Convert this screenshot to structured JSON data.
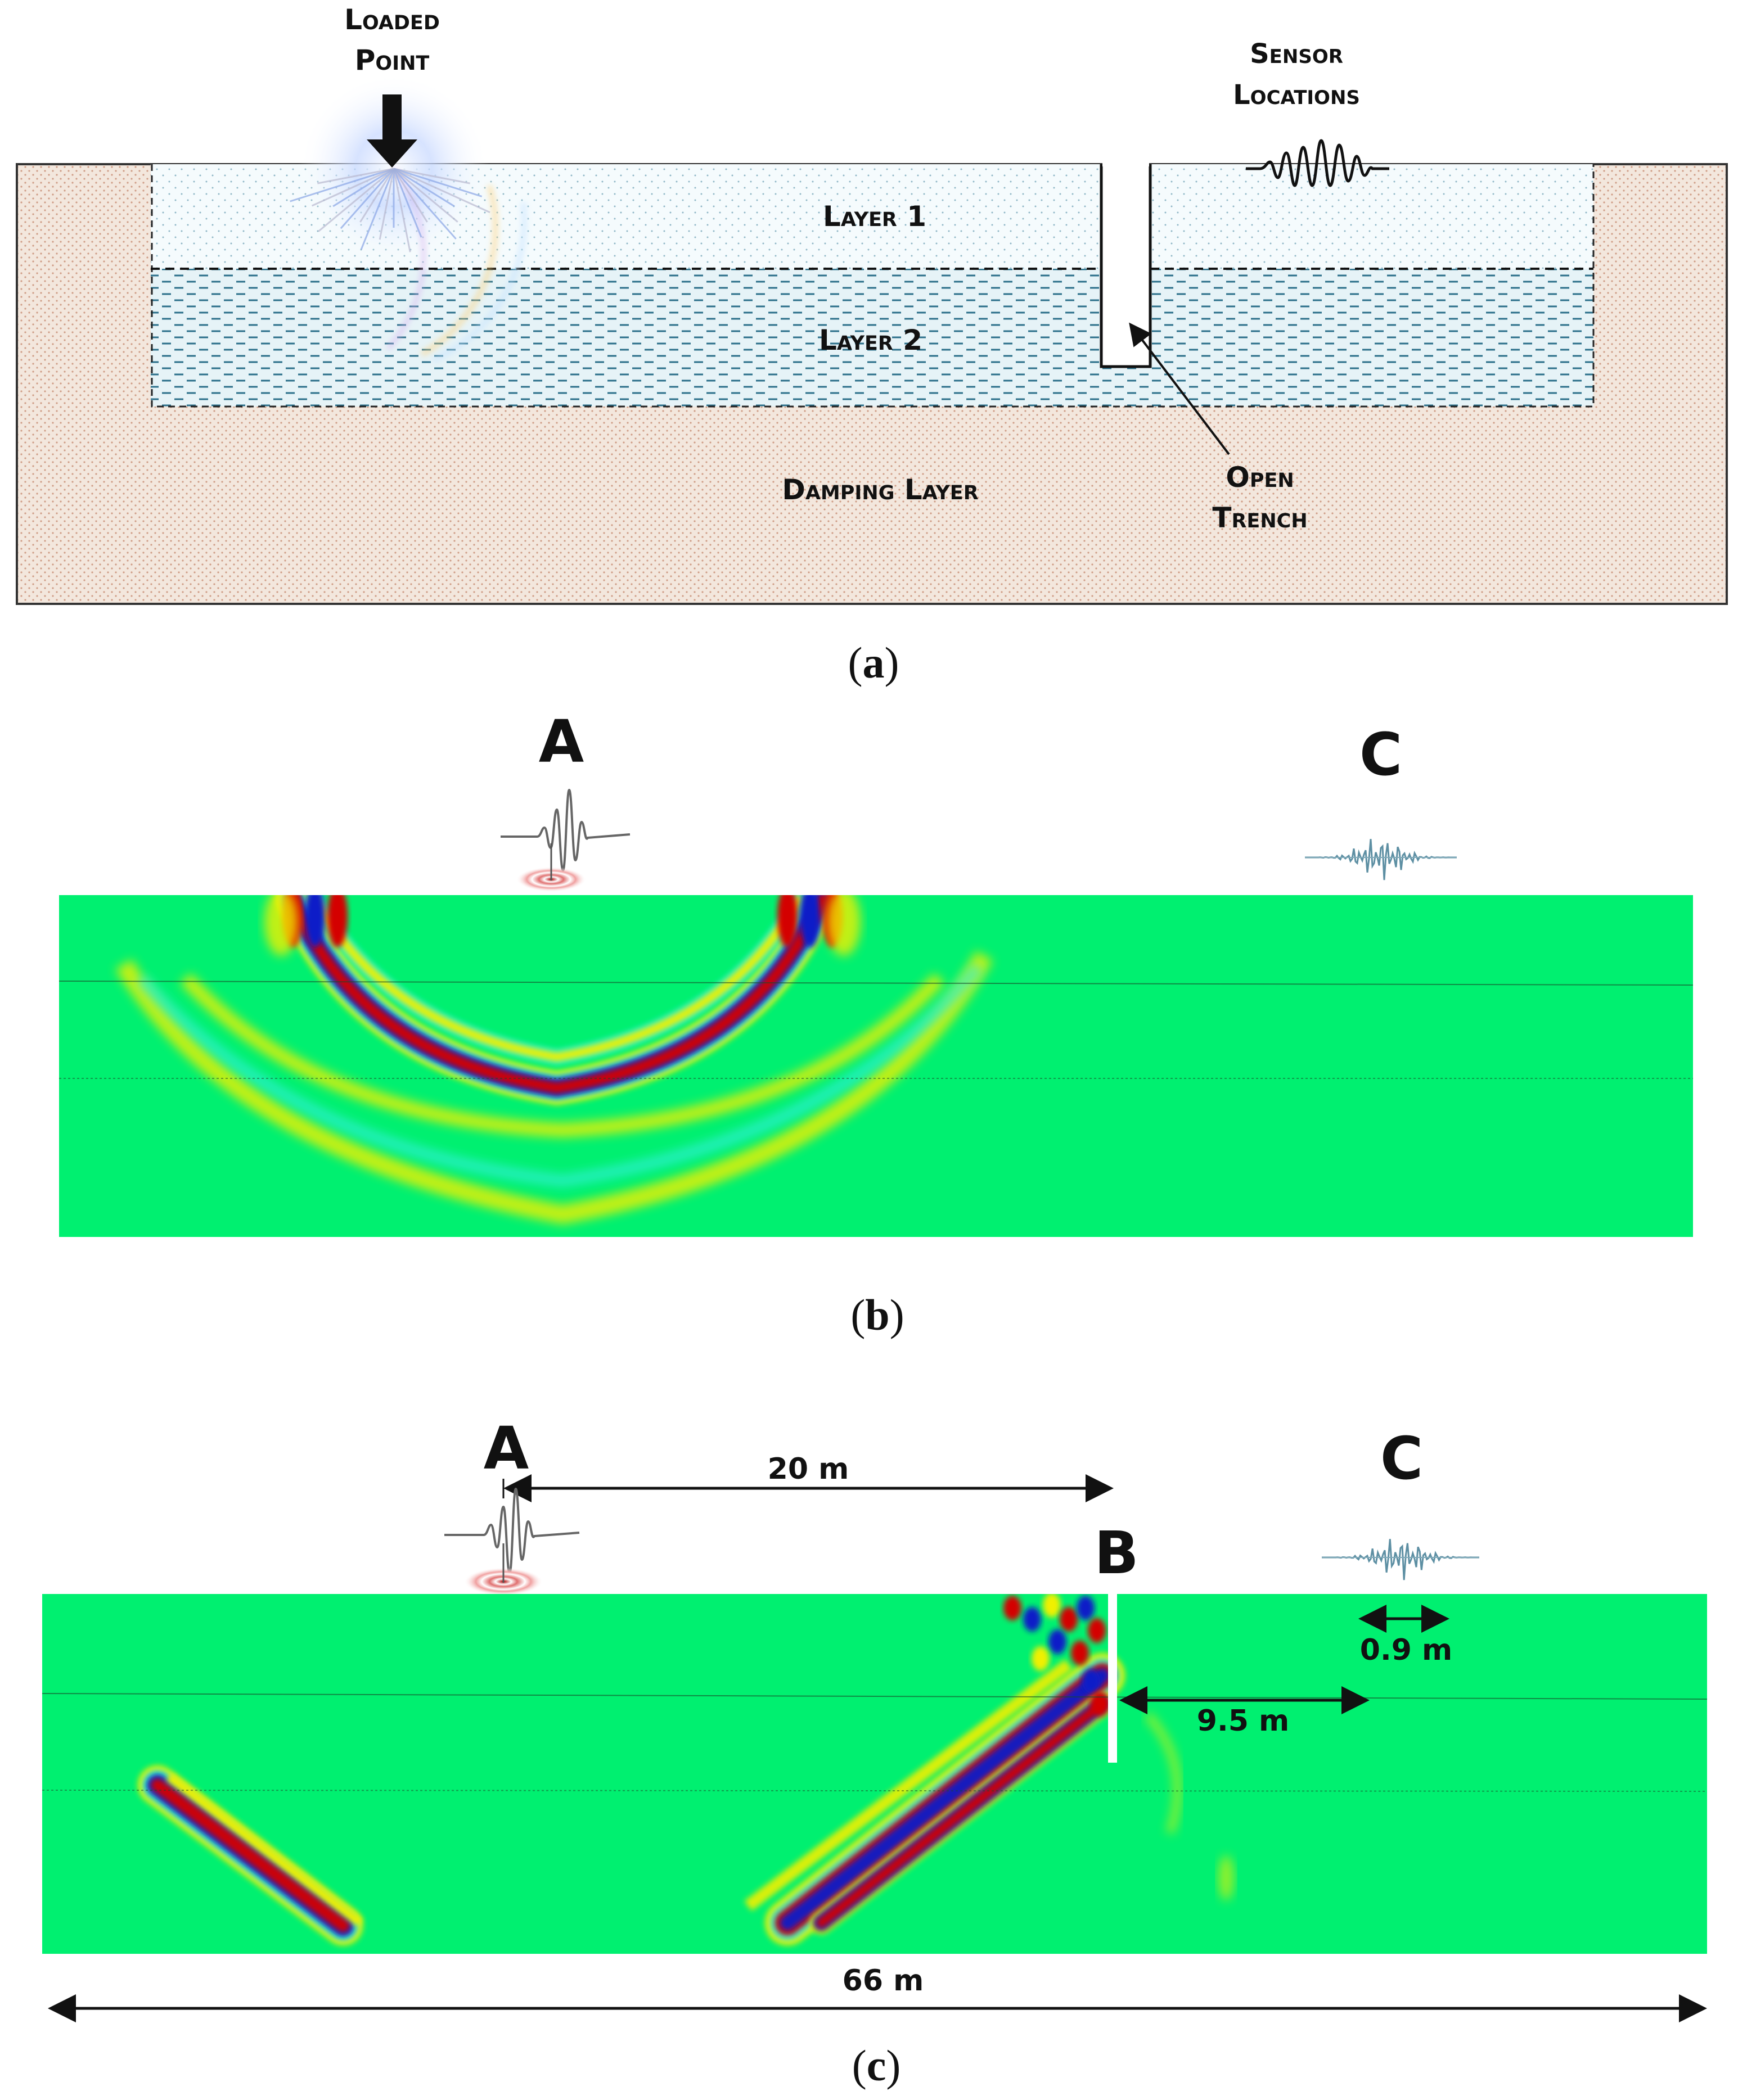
{
  "panel_a": {
    "loaded_point_line1": "Loaded",
    "loaded_point_line2": "Point",
    "sensor_line1": "Sensor",
    "sensor_line2": "Locations",
    "layer1": "Layer 1",
    "layer2": "Layer 2",
    "damping_layer": "Damping Layer",
    "trench_line1": "Open",
    "trench_line2": "Trench",
    "caption_open": "(",
    "caption_letter": "a",
    "caption_close": ")"
  },
  "panel_b": {
    "label_a": "A",
    "label_c": "C",
    "caption_open": "(",
    "caption_letter": "b",
    "caption_close": ")"
  },
  "panel_c": {
    "label_a": "A",
    "label_b": "B",
    "label_c": "C",
    "dim_ab": "20 m",
    "dim_bc": "9.5 m",
    "dim_sensor": "0.9 m",
    "dim_total": "66 m",
    "caption_open": "(",
    "caption_letter": "c",
    "caption_close": ")"
  },
  "colors": {
    "soil_fill": "#f2e6dc",
    "layer1_fill": "#f4fbfd",
    "layer2_fill": "#e3f2f7",
    "field_green": "#00f070",
    "wave_red": "#d40000",
    "wave_blue": "#0a1fc8",
    "wave_yellow": "#f0f000",
    "wave_cyan": "#30f0d8"
  }
}
